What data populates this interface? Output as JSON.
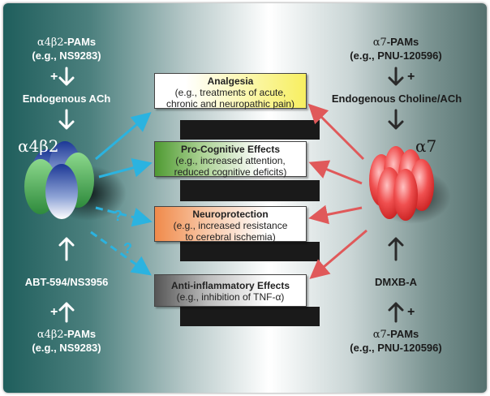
{
  "left": {
    "top_pam": {
      "greek": "α4β2",
      "suffix": "-PAMs",
      "example": "(e.g., NS9283)"
    },
    "top_plus": "+",
    "endogenous": "Endogenous ACh",
    "receptor": "α4β2",
    "agonist": "ABT-594/NS3956",
    "bottom_plus": "+",
    "bottom_pam": {
      "greek": "α4β2",
      "suffix": "-PAMs",
      "example": "(e.g., NS9283)"
    },
    "question_marks": [
      "?",
      "?"
    ]
  },
  "right": {
    "top_pam": {
      "greek": "α7",
      "suffix": "-PAMs",
      "example": "(e.g., PNU-120596)"
    },
    "top_plus": "+",
    "endogenous": "Endogenous Choline/ACh",
    "receptor": "α7",
    "agonist": "DMXB-A",
    "bottom_plus": "+",
    "bottom_pam": {
      "greek": "α7",
      "suffix": "-PAMs",
      "example": "(e.g., PNU-120596)"
    }
  },
  "effects": [
    {
      "title": "Analgesia",
      "line1": "(e.g., treatments of acute,",
      "line2": "chronic and neuropathic pain)",
      "color": "#f3e93a"
    },
    {
      "title": "Pro-Cognitive Effects",
      "line1": "(e.g., increased attention,",
      "line2": "reduced cognitive deficits)",
      "color": "#4f9a32"
    },
    {
      "title": "Neuroprotection",
      "line1": "(e.g., increased resistance",
      "line2": "to cerebral ischemia)",
      "color": "#f08a4a"
    },
    {
      "title": "Anti-inflammatory Effects",
      "line1": "(e.g., inhibition of TNF-α)",
      "line2": "",
      "color": "#555555"
    }
  ],
  "colors": {
    "cyan_arrow": "#2bb3e0",
    "red_arrow": "#e0595a",
    "alpha4b2_top": "#2a4fb0",
    "alpha4b2_bottom": "#4aa84a",
    "alpha7": "#f04a4a"
  }
}
